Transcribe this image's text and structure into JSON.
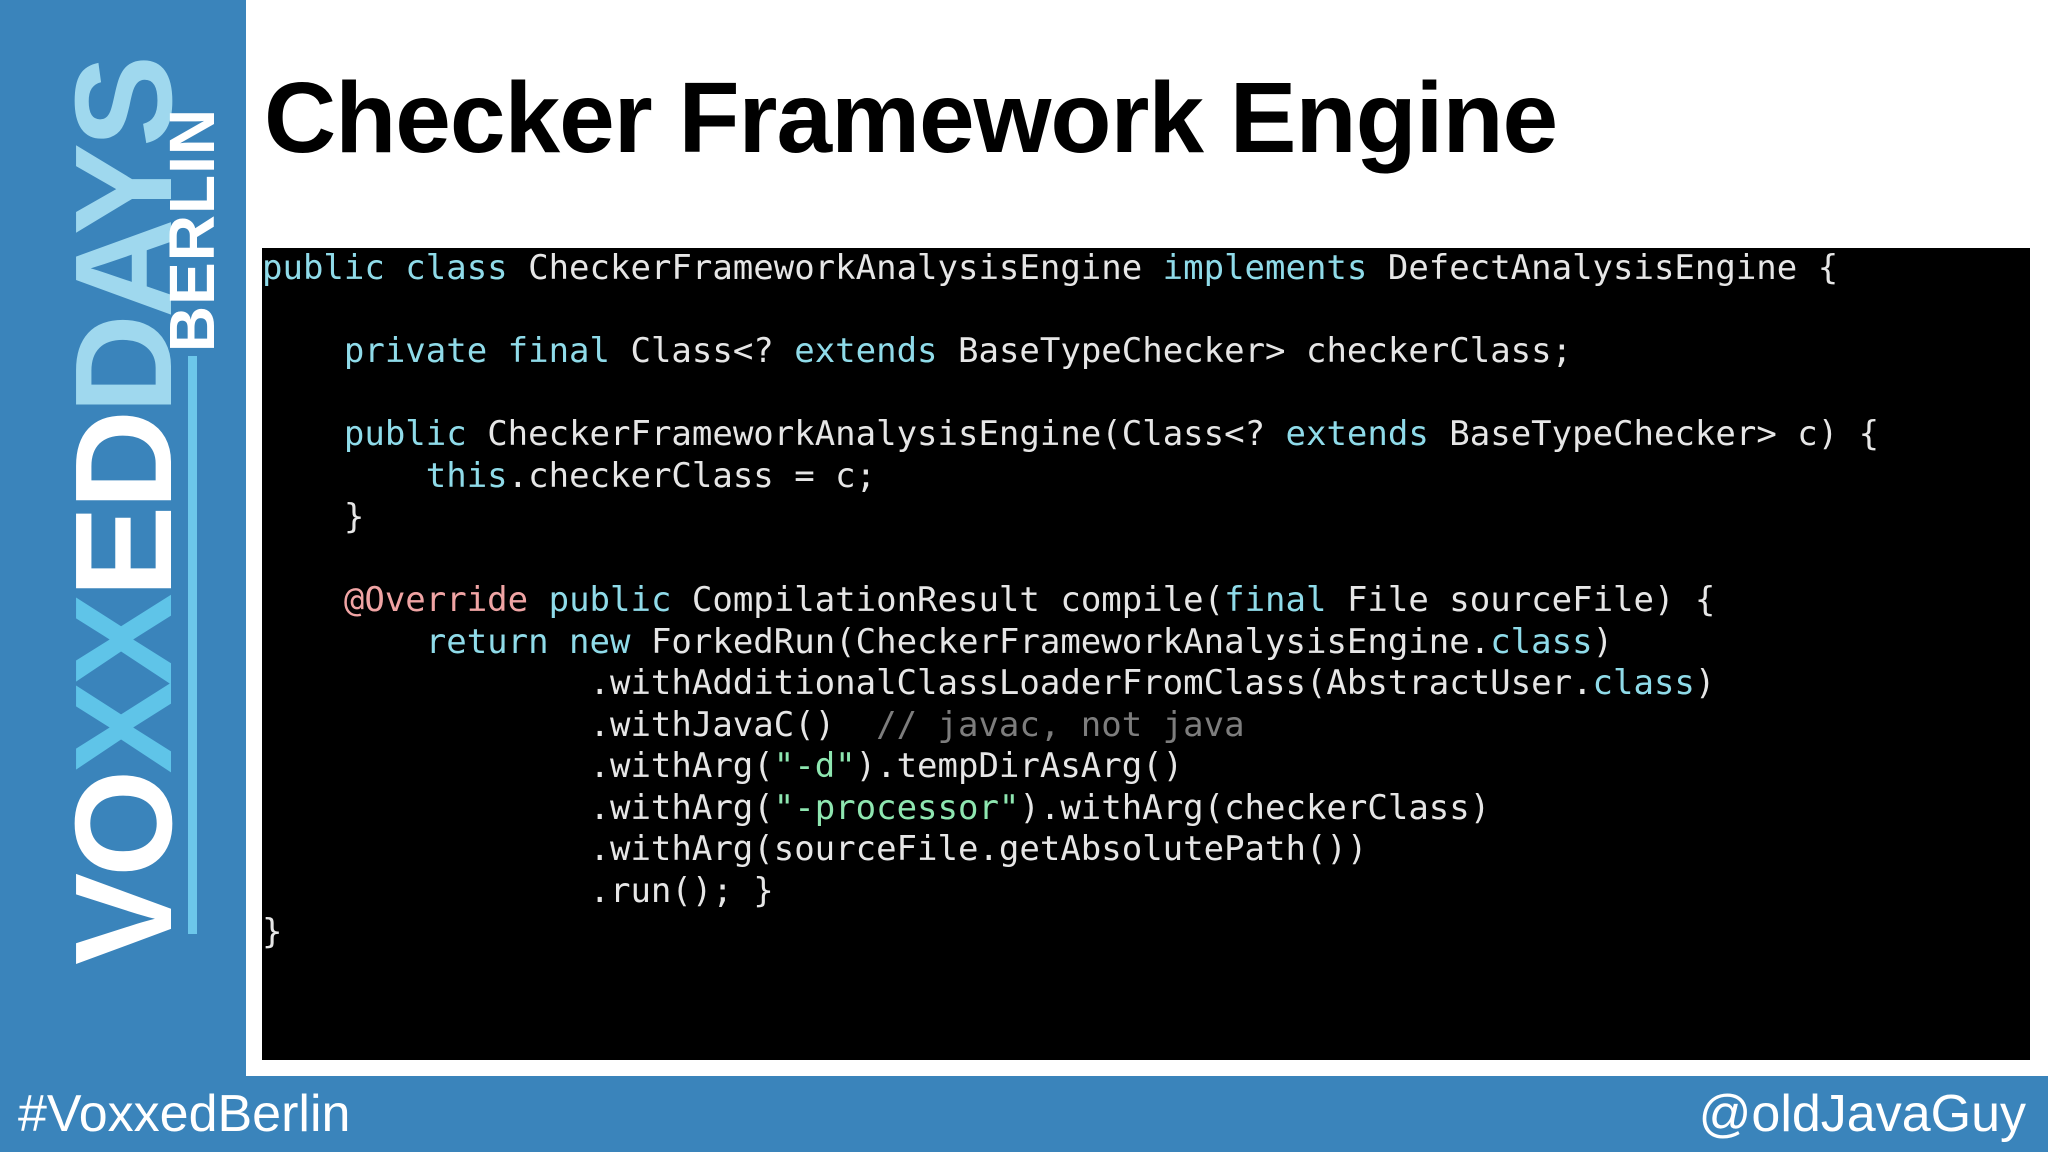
{
  "branding": {
    "word_white": "VO",
    "word_x": "X",
    "word_mid": "X",
    "word_white2": "ED",
    "word_light": "DAYS",
    "city": "BERLIN",
    "colors": {
      "sidebar_bg": "#3a84bb",
      "accent_cyan": "#5fc4e8",
      "accent_light": "#9fd8ee"
    }
  },
  "slide": {
    "title": "Checker Framework Engine"
  },
  "code": {
    "lines": [
      [
        {
          "t": "public class ",
          "k": "kw"
        },
        {
          "t": "CheckerFrameworkAnalysisEngine ",
          "k": "plain"
        },
        {
          "t": "implements ",
          "k": "kw"
        },
        {
          "t": "DefectAnalysisEngine {",
          "k": "plain"
        }
      ],
      [],
      [
        {
          "t": "    ",
          "k": "plain"
        },
        {
          "t": "private final ",
          "k": "kw"
        },
        {
          "t": "Class<? ",
          "k": "plain"
        },
        {
          "t": "extends ",
          "k": "kw"
        },
        {
          "t": "BaseTypeChecker> checkerClass;",
          "k": "plain"
        }
      ],
      [],
      [
        {
          "t": "    ",
          "k": "plain"
        },
        {
          "t": "public ",
          "k": "kw"
        },
        {
          "t": "CheckerFrameworkAnalysisEngine(Class<? ",
          "k": "plain"
        },
        {
          "t": "extends ",
          "k": "kw"
        },
        {
          "t": "BaseTypeChecker> c) {",
          "k": "plain"
        }
      ],
      [
        {
          "t": "        ",
          "k": "plain"
        },
        {
          "t": "this",
          "k": "kw"
        },
        {
          "t": ".checkerClass = c;",
          "k": "plain"
        }
      ],
      [
        {
          "t": "    }",
          "k": "plain"
        }
      ],
      [],
      [
        {
          "t": "    ",
          "k": "plain"
        },
        {
          "t": "@Override ",
          "k": "ann"
        },
        {
          "t": "public ",
          "k": "kw"
        },
        {
          "t": "CompilationResult compile(",
          "k": "plain"
        },
        {
          "t": "final ",
          "k": "kw"
        },
        {
          "t": "File sourceFile) {",
          "k": "plain"
        }
      ],
      [
        {
          "t": "        ",
          "k": "plain"
        },
        {
          "t": "return new ",
          "k": "kw"
        },
        {
          "t": "ForkedRun(CheckerFrameworkAnalysisEngine.",
          "k": "plain"
        },
        {
          "t": "class",
          "k": "kw"
        },
        {
          "t": ")",
          "k": "plain"
        }
      ],
      [
        {
          "t": "                .withAdditionalClassLoaderFromClass(AbstractUser.",
          "k": "plain"
        },
        {
          "t": "class",
          "k": "kw"
        },
        {
          "t": ")",
          "k": "plain"
        }
      ],
      [
        {
          "t": "                .withJavaC()  ",
          "k": "plain"
        },
        {
          "t": "// javac, not java",
          "k": "cmt"
        }
      ],
      [
        {
          "t": "                .withArg(",
          "k": "plain"
        },
        {
          "t": "\"-d\"",
          "k": "str"
        },
        {
          "t": ").tempDirAsArg()",
          "k": "plain"
        }
      ],
      [
        {
          "t": "                .withArg(",
          "k": "plain"
        },
        {
          "t": "\"-processor\"",
          "k": "str"
        },
        {
          "t": ").withArg(checkerClass)",
          "k": "plain"
        }
      ],
      [
        {
          "t": "                .withArg(sourceFile.getAbsolutePath())",
          "k": "plain"
        }
      ],
      [
        {
          "t": "                .run(); }",
          "k": "plain"
        }
      ],
      [
        {
          "t": "}",
          "k": "plain"
        }
      ]
    ],
    "colors": {
      "keyword": "#8fdbe9",
      "annotation": "#f0a4a4",
      "string": "#8ee6b0",
      "comment": "#7d7d7d",
      "plain": "#e6e6e6",
      "background": "#000000"
    }
  },
  "footer": {
    "hashtag": "#VoxxedBerlin",
    "handle": "@oldJavaGuy"
  }
}
